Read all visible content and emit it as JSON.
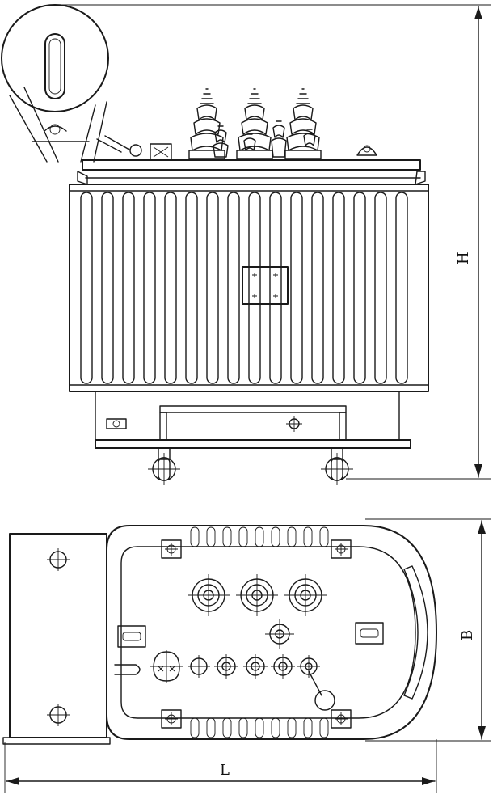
{
  "dimensions": {
    "height_label": "H",
    "width_label": "B",
    "length_label": "L"
  },
  "colors": {
    "line": "#1a1a1a",
    "background": "#ffffff"
  }
}
